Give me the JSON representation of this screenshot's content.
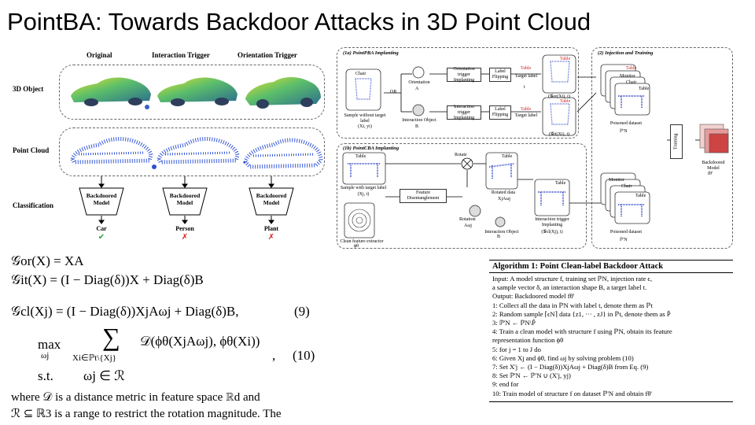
{
  "slide": {
    "title": "PointBA: Towards Backdoor Attacks in 3D Point Cloud"
  },
  "left_figure": {
    "columns": [
      "Original",
      "Interaction Trigger",
      "Orientation Trigger"
    ],
    "rows": [
      "3D Object",
      "Point Cloud",
      "Classification"
    ],
    "model_label_1": "Backdoored",
    "model_label_2": "Model",
    "outputs": [
      {
        "label": "Car",
        "mark": "✔",
        "color": "#2e9e3a"
      },
      {
        "label": "Person",
        "mark": "✗",
        "color": "#d62020"
      },
      {
        "label": "Plant",
        "mark": "✗",
        "color": "#d62020"
      }
    ]
  },
  "equations": {
    "g_or": "𝒢or(X) = XA",
    "g_it": "𝒢it(X) = (I − Diag(δ))X + Diag(δ)B",
    "g_cl": "𝒢cl(Xj) = (I − Diag(δ))XjAωj + Diag(δ)B,",
    "eq9": "(9)",
    "max": "max",
    "max_sub": "ωj",
    "sum_sub": "Xi∈ℙt\\{Xj}",
    "objective": "𝒟(ϕθ(XjAωj), ϕθ(Xi))",
    "comma": ",",
    "eq10": "(10)",
    "st": "s.t.",
    "constraint": "ωj ∈ ℛ"
  },
  "body_text": {
    "line1": "where 𝒟 is a distance metric in feature space ℝd and",
    "line2": "ℛ ⊆ ℝ3 is a range to restrict the rotation magnitude. The"
  },
  "right_figure": {
    "panel_1a": "(1a) PointPBA Implanting",
    "panel_1b": "(1b) PointCBA Implanting",
    "panel_2": "(2) Injection and Training",
    "chair": "Chair",
    "table": "Table",
    "monitor": "Monitor",
    "sample_without": "Sample without target label",
    "sample_without_var": "(Xi, yi)",
    "or": "OR",
    "orientation": "Orientation",
    "orientation_var": "A",
    "interaction_object": "Interaction Object",
    "interaction_var": "B",
    "orientation_implanting": "Orientation trigger Implanting",
    "interaction_implanting": "Interaction trigger Implanting",
    "label_flipping": "Label Flipping",
    "target_label": "Target label",
    "target_var": "t",
    "g_or_out": "(𝒢or(Xi), t)",
    "g_it_out": "(𝒢it(Xi), t)",
    "sample_with": "Sample with target label",
    "sample_with_var": "(Xj, t)",
    "rotate": "Rotate",
    "feature_dis": "Feature Disentanglement",
    "rotation": "Rotation",
    "rotation_var": "Aωj",
    "rotated_data": "Rotated data",
    "rotated_var": "XjAωj",
    "clean_extractor": "Clean feature extractor",
    "phi": "ϕθ",
    "interaction_implanting_2": "Interaction trigger Implanting",
    "g_cl_out": "(𝒢cl(Xj), t)",
    "poisoned_dataset": "Poisoned dataset",
    "poisoned_var": "ℙ'N",
    "training": "Training",
    "backdoored_model": "Backdoored Model",
    "f_theta": "fθ'"
  },
  "algorithm": {
    "title": "Algorithm 1: Point Clean-label Backdoor Attack",
    "lines": [
      "Input: A model structure f, training set ℙN, injection rate ϵ,",
      "    a sample vector δ, an interaction shape B, a target label t.",
      "Output: Backdoored model fθ'",
      "1: Collect all the data in ℙN with label t, denote them as ℙt",
      "2: Random sample ⌈ϵN⌉ data {z1, ··· , zJ} in ℙt, denote them as P̂",
      "3: ℙ'N ← ℙN\\P̂",
      "4: Train a clean model with structure f using ℙN, obtain its feature",
      "    representation function ϕθ",
      "5: for j = 1 to J do",
      "6:    Given Xj and ϕθ, find ωj by solving problem (10)",
      "7:    Set X'j ← (I − Diag(δ))XjAωj + Diag(δ)B from Eq. (9)",
      "8:    Set ℙ'N ← ℙ'N ∪ (X'j, yj)",
      "9: end for",
      "10: Train model of structure f on dataset ℙ'N and obtain fθ'"
    ]
  }
}
